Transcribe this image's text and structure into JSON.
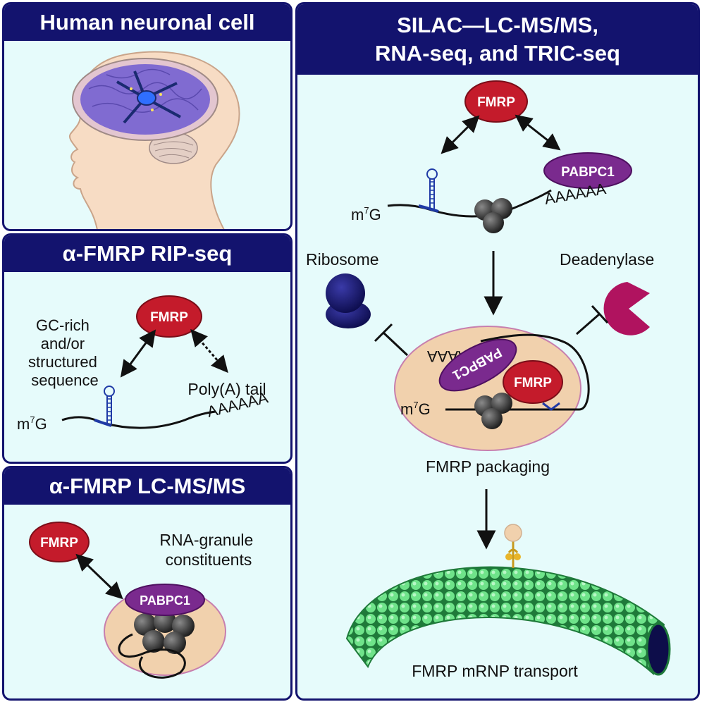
{
  "panels": {
    "neuron": {
      "title": "Human neuronal cell"
    },
    "rip": {
      "title": "α-FMRP RIP-seq",
      "fmrp": "FMRP",
      "gc_label": [
        "GC-rich",
        "and/or",
        "structured",
        "sequence"
      ],
      "polya_label": "Poly(A) tail",
      "polya_seq": "AAAAAA",
      "cap_m": "m",
      "cap_sup": "7",
      "cap_g": "G"
    },
    "lcms": {
      "title": "α-FMRP LC-MS/MS",
      "fmrp": "FMRP",
      "pabpc1": "PABPC1",
      "granule_label": [
        "RNA-granule",
        "constituents"
      ]
    },
    "silac": {
      "title_lines": [
        "SILAC—LC-MS/MS,",
        "RNA-seq, and TRIC-seq"
      ],
      "fmrp": "FMRP",
      "pabpc1": "PABPC1",
      "polya_seq": "AAAAAA",
      "cap_m": "m",
      "cap_sup": "7",
      "cap_g": "G",
      "ribosome_label": "Ribosome",
      "deadenylase_label": "Deadenylase",
      "packaging_label": "FMRP packaging",
      "transport_label": "FMRP mRNP transport"
    }
  },
  "colors": {
    "navy": "#13136e",
    "panel_bg": "#e6fbfb",
    "fmrp_red": "#c41b2b",
    "pabpc1_purple": "#7a2a8e",
    "granule_tan": "#f1d1ad",
    "deadenylase_magenta": "#b0135f",
    "microtubule_green": "#48c46a"
  }
}
